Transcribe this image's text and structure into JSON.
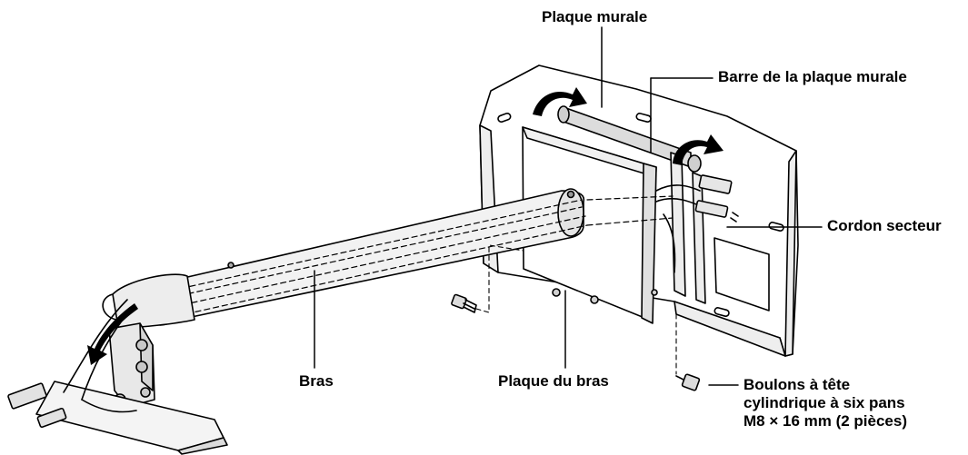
{
  "labels": {
    "plaque_murale": "Plaque murale",
    "barre_plaque_murale": "Barre de la plaque murale",
    "cordon_secteur": "Cordon secteur",
    "bras": "Bras",
    "plaque_du_bras": "Plaque du bras",
    "boulons_line1": "Boulons à tête",
    "boulons_line2": "cylindrique à six pans",
    "boulons_line3": "M8 × 16 mm (2 pièces)"
  },
  "colors": {
    "line": "#000000",
    "metal": "#e6e6e6",
    "metal_dark": "#b5b5b5",
    "arrow": "#000000"
  }
}
